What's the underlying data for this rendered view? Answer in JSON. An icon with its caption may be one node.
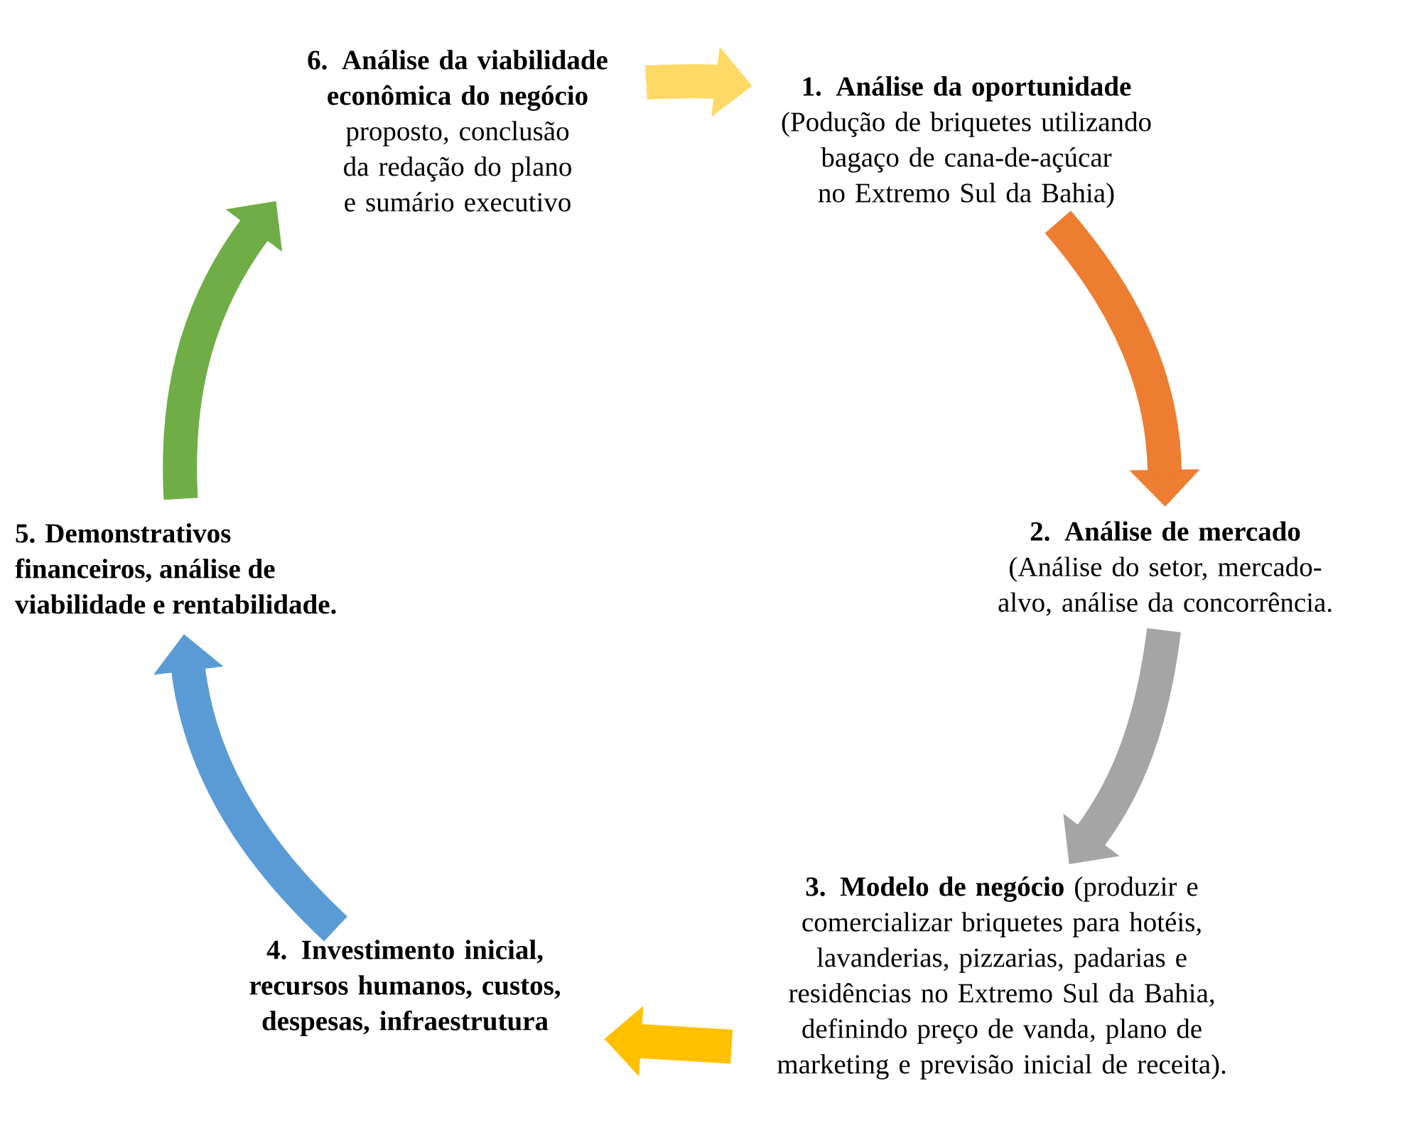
{
  "diagram": {
    "nodes": [
      {
        "text": [
          "**1. Análise da oportunidade** (Podução de briquetes utilizando bagaço de cana-de-açúcar no Extremo Sul da Bahia)"
        ]
      },
      {
        "text": [
          "**2. Análise de mercado** (Análise do setor, mercado-alvo, análise da concorrência."
        ]
      },
      {
        "text": [
          "**3. Modelo de negócio** (produzir e comercializar briquetes para hotéis, lavanderias, pizzarias, padarias e residências no Extremo Sul da Bahia, definindo preço de vanda, plano de marketing e previsão inicial de receita)."
        ]
      },
      {
        "text": [
          "4. Investimento inicial, recursos humanos, custos, despesas, infraestrutura"
        ]
      },
      {
        "text": [
          "5. Demonstrativos financeiros, análise de viabilidade e rentabilidade."
        ]
      },
      {
        "text": [
          "**6. Análise da viabilidade econômica do negócio** proposto, conclusão da redação do plano e sumário executivo"
        ]
      }
    ],
    "edges": [
      {
        "from": 5,
        "to": 0,
        "arrow": "to",
        "color": "#ffd966"
      },
      {
        "from": 0,
        "to": 1,
        "arrow": "to",
        "color": "#ed7d31"
      },
      {
        "from": 1,
        "to": 2,
        "arrow": "to",
        "color": "#a5a5a5"
      },
      {
        "from": 2,
        "to": 3,
        "arrow": "to",
        "color": "#ffc000"
      },
      {
        "from": 3,
        "to": 4,
        "arrow": "to",
        "color": "#5b9bd5"
      },
      {
        "from": 4,
        "to": 5,
        "arrow": "to",
        "color": "#70ad47"
      }
    ]
  }
}
